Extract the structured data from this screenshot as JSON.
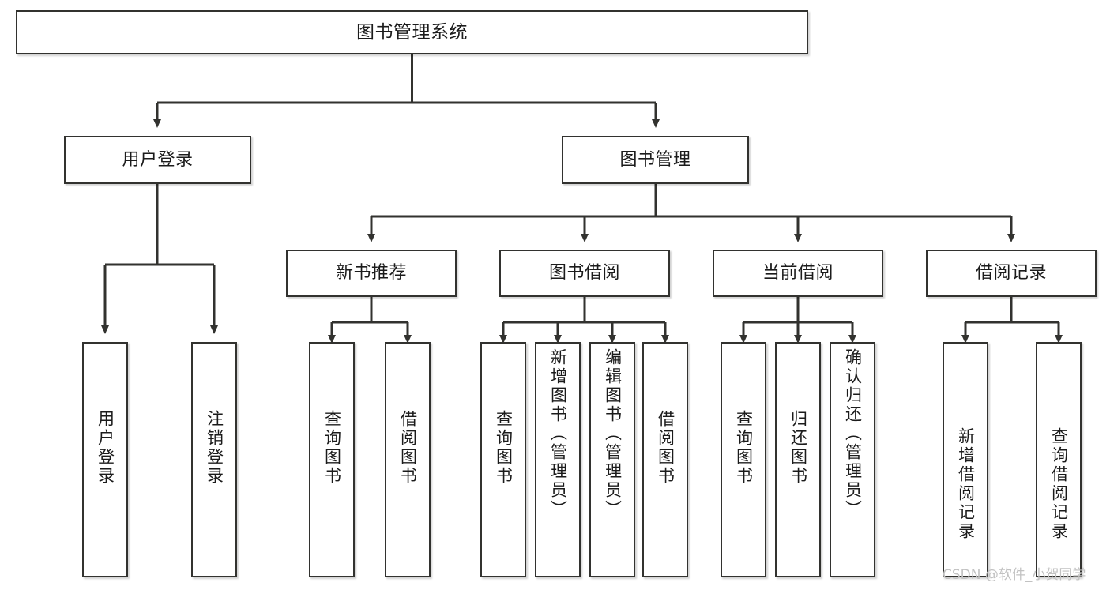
{
  "diagram": {
    "title": "图书管理系统",
    "type": "tree-hierarchy-chart",
    "orientation": "top-down",
    "colors": {
      "node_border": "#32322f",
      "node_fill": "#ffffff",
      "edge": "#32322f",
      "text": "#1b1b1b",
      "watermark": "#c2c2c2",
      "background": "#ffffff"
    },
    "root": {
      "id": "root",
      "label": "图书管理系统"
    },
    "level2": [
      {
        "id": "user-login",
        "label": "用户登录"
      },
      {
        "id": "book-manage",
        "label": "图书管理"
      }
    ],
    "level3": [
      {
        "id": "new-book-recommend",
        "label": "新书推荐",
        "parent": "book-manage"
      },
      {
        "id": "book-borrow",
        "label": "图书借阅",
        "parent": "book-manage"
      },
      {
        "id": "current-borrow",
        "label": "当前借阅",
        "parent": "book-manage"
      },
      {
        "id": "borrow-record",
        "label": "借阅记录",
        "parent": "book-manage"
      }
    ],
    "leaves": {
      "user_login": [
        {
          "id": "leaf-user-login",
          "label": "用户登录"
        },
        {
          "id": "leaf-user-logout",
          "label": "注销登录"
        }
      ],
      "new_book_recommend": [
        {
          "id": "leaf-query-book-1",
          "label": "查询图书"
        },
        {
          "id": "leaf-borrow-book-1",
          "label": "借阅图书"
        }
      ],
      "book_borrow": [
        {
          "id": "leaf-query-book-2",
          "label": "查询图书"
        },
        {
          "id": "leaf-add-book",
          "label": "新增图书（管理员）"
        },
        {
          "id": "leaf-edit-book",
          "label": "编辑图书（管理员）"
        },
        {
          "id": "leaf-borrow-book-2",
          "label": "借阅图书"
        }
      ],
      "current_borrow": [
        {
          "id": "leaf-query-book-3",
          "label": "查询图书"
        },
        {
          "id": "leaf-return-book",
          "label": "归还图书"
        },
        {
          "id": "leaf-confirm-return",
          "label": "确认归还（管理员）"
        }
      ],
      "borrow_record": [
        {
          "id": "leaf-add-record",
          "label": "新增借阅记录"
        },
        {
          "id": "leaf-query-record",
          "label": "查询借阅记录"
        }
      ]
    }
  },
  "watermark": {
    "text": "CSDN @软件_小贺同学"
  }
}
